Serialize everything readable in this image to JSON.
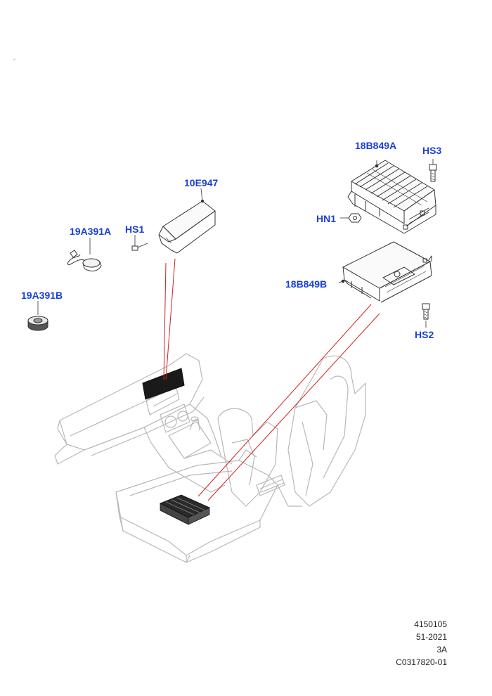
{
  "callouts": {
    "c18B849A": "18B849A",
    "cHS3": "HS3",
    "c10E947": "10E947",
    "cHN1": "HN1",
    "c19A391A": "19A391A",
    "cHS1": "HS1",
    "c18B849B": "18B849B",
    "c19A391B": "19A391B",
    "cHS2": "HS2"
  },
  "footer": {
    "line1": "4150105",
    "line2": "51-2021",
    "line3": "3A",
    "line4": "C0317820-01"
  },
  "colors": {
    "callout": "#1a3fd6",
    "leader": "#d22020",
    "line_art": "#333333",
    "background_art": "#bbbbbb"
  }
}
